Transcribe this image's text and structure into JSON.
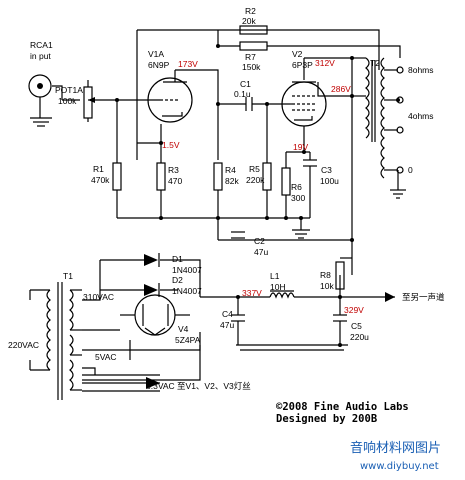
{
  "components": {
    "rca": {
      "name": "RCA1",
      "sub": "in put"
    },
    "pot": {
      "name": "POT1A",
      "value": "100k"
    },
    "r1": {
      "name": "R1",
      "value": "470k"
    },
    "v1": {
      "name": "V1A",
      "type": "6N9P",
      "plate_v": "173V",
      "cathode_v": "1.5V"
    },
    "r2": {
      "name": "R2",
      "value": "20k"
    },
    "r7": {
      "name": "R7",
      "value": "150k"
    },
    "r3": {
      "name": "R3",
      "value": "470"
    },
    "r4": {
      "name": "R4",
      "value": "82k"
    },
    "c1": {
      "name": "C1",
      "value": "0.1u"
    },
    "v2": {
      "name": "V2",
      "type": "6P3P",
      "plate_v": "312V",
      "screen_v": "286V",
      "cathode_v": "19V"
    },
    "r5": {
      "name": "R5",
      "value": "220k"
    },
    "r6": {
      "name": "R6",
      "value": "300"
    },
    "c3": {
      "name": "C3",
      "value": "100u"
    },
    "c2": {
      "name": "C2",
      "value": "47u"
    },
    "t2": {
      "name": "T2",
      "tap1": "8ohms",
      "tap2": "4ohms",
      "tap3": "0"
    },
    "t1": {
      "name": "T1",
      "primary": "220VAC",
      "hv": "310VAC",
      "fil5": "5VAC",
      "fil63": "6.3VAC 至V1、V2、V3灯丝"
    },
    "d1": {
      "name": "D1",
      "type": "1N4007"
    },
    "d2": {
      "name": "D2",
      "type": "1N4007"
    },
    "v4": {
      "name": "V4",
      "type": "5Z4PA"
    },
    "l1": {
      "name": "L1",
      "value": "10H"
    },
    "r8": {
      "name": "R8",
      "value": "10k"
    },
    "c4": {
      "name": "C4",
      "value": "47u"
    },
    "c5": {
      "name": "C5",
      "value": "220u"
    },
    "b_plus": {
      "v337": "337V",
      "v329": "329V",
      "other_channel": "至另一声道"
    }
  },
  "credit": {
    "line1": "©2008 Fine Audio Labs",
    "line2": "Designed by 200B"
  },
  "watermark": {
    "line1": "音响材料网图片",
    "line2": "www.diybuy.net"
  }
}
